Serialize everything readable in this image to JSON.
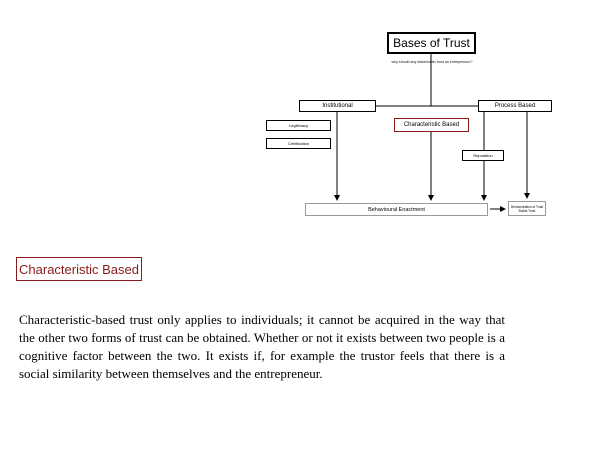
{
  "diagram": {
    "title": "Bases of Trust",
    "subtitle": "why should any stakeholder trust an entrepreneur?",
    "nodes": {
      "institutional": "Institutional",
      "process_based": "Process Based",
      "characteristic_based": "Characteristic Based",
      "legitimacy": "Legitimacy",
      "certification": "Certification",
      "reputation": "Reputation",
      "behavioural_enactment": "Behavioural Enactment",
      "demonstration": "Demonstration of Trust Builds Trust"
    }
  },
  "section": {
    "heading": "Characteristic Based",
    "body": "Characteristic-based trust only applies to individuals; it cannot be acquired in the way that the other two forms of trust can be obtained. Whether or not it exists between two people is a cognitive factor between the two. It exists if, for example the trustor feels that there is a social similarity between themselves and the entrepreneur."
  },
  "colors": {
    "accent": "#8b1a1a",
    "line": "#000000",
    "muted_border": "#999999"
  }
}
